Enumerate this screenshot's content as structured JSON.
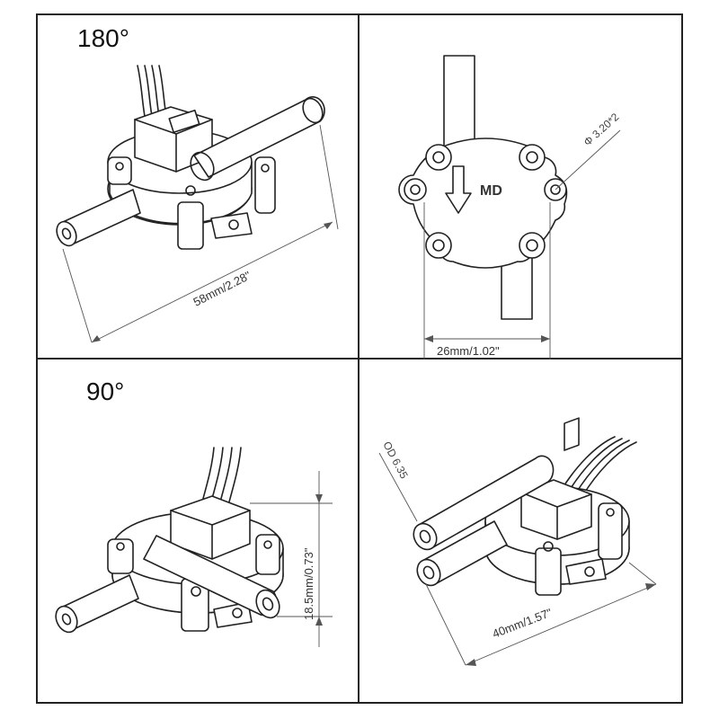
{
  "panels": {
    "top_left": {
      "angle_label": "180°",
      "dimension": "58mm/2.28\""
    },
    "top_right": {
      "hole_note": "Φ 3.20*2",
      "logo_text": "MD",
      "dimension": "26mm/1.02\""
    },
    "bottom_left": {
      "angle_label": "90°",
      "dimension": "18.5mm/0.73\""
    },
    "bottom_right": {
      "od_note": "OD 6.35",
      "dimension": "40mm/1.57\""
    }
  }
}
